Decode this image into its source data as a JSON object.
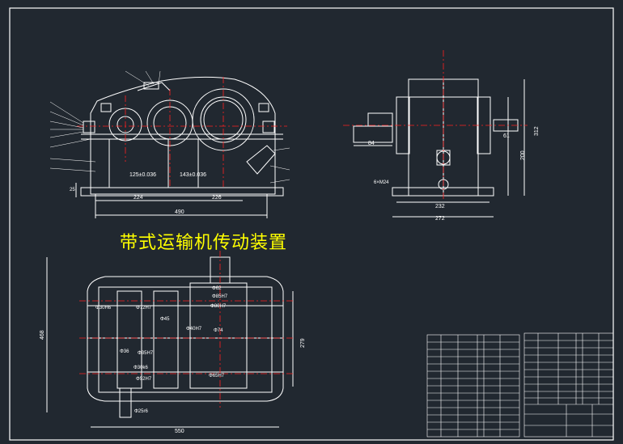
{
  "title": "带式运输机传动装置",
  "front_view": {
    "dim_center_1": "125±0.036",
    "dim_center_2": "143±0.036",
    "dim_224": "224",
    "dim_226": "226",
    "dim_490": "490",
    "dim_left": "25"
  },
  "side_view": {
    "dim_84": "84",
    "dim_61": "61",
    "dim_232": "232",
    "dim_272": "272",
    "dim_200": "200",
    "dim_312": "312",
    "dim_bolt": "6×M24"
  },
  "top_view": {
    "dim_550": "550",
    "dim_468": "468",
    "dim_279": "279",
    "fit_labels": [
      "Φ30H6",
      "Φ72H7",
      "Φ62",
      "Φ80H7",
      "Φ45",
      "Φ74",
      "Φ36",
      "Φ35H7",
      "Φ40H7",
      "Φ30k6",
      "Φ52H7",
      "Φ65H7",
      "Φ25r6",
      "Φ85H7"
    ]
  },
  "colors": {
    "background": "#212830",
    "line": "#ffffff",
    "center": "#ff2020",
    "title": "#ffff00"
  }
}
